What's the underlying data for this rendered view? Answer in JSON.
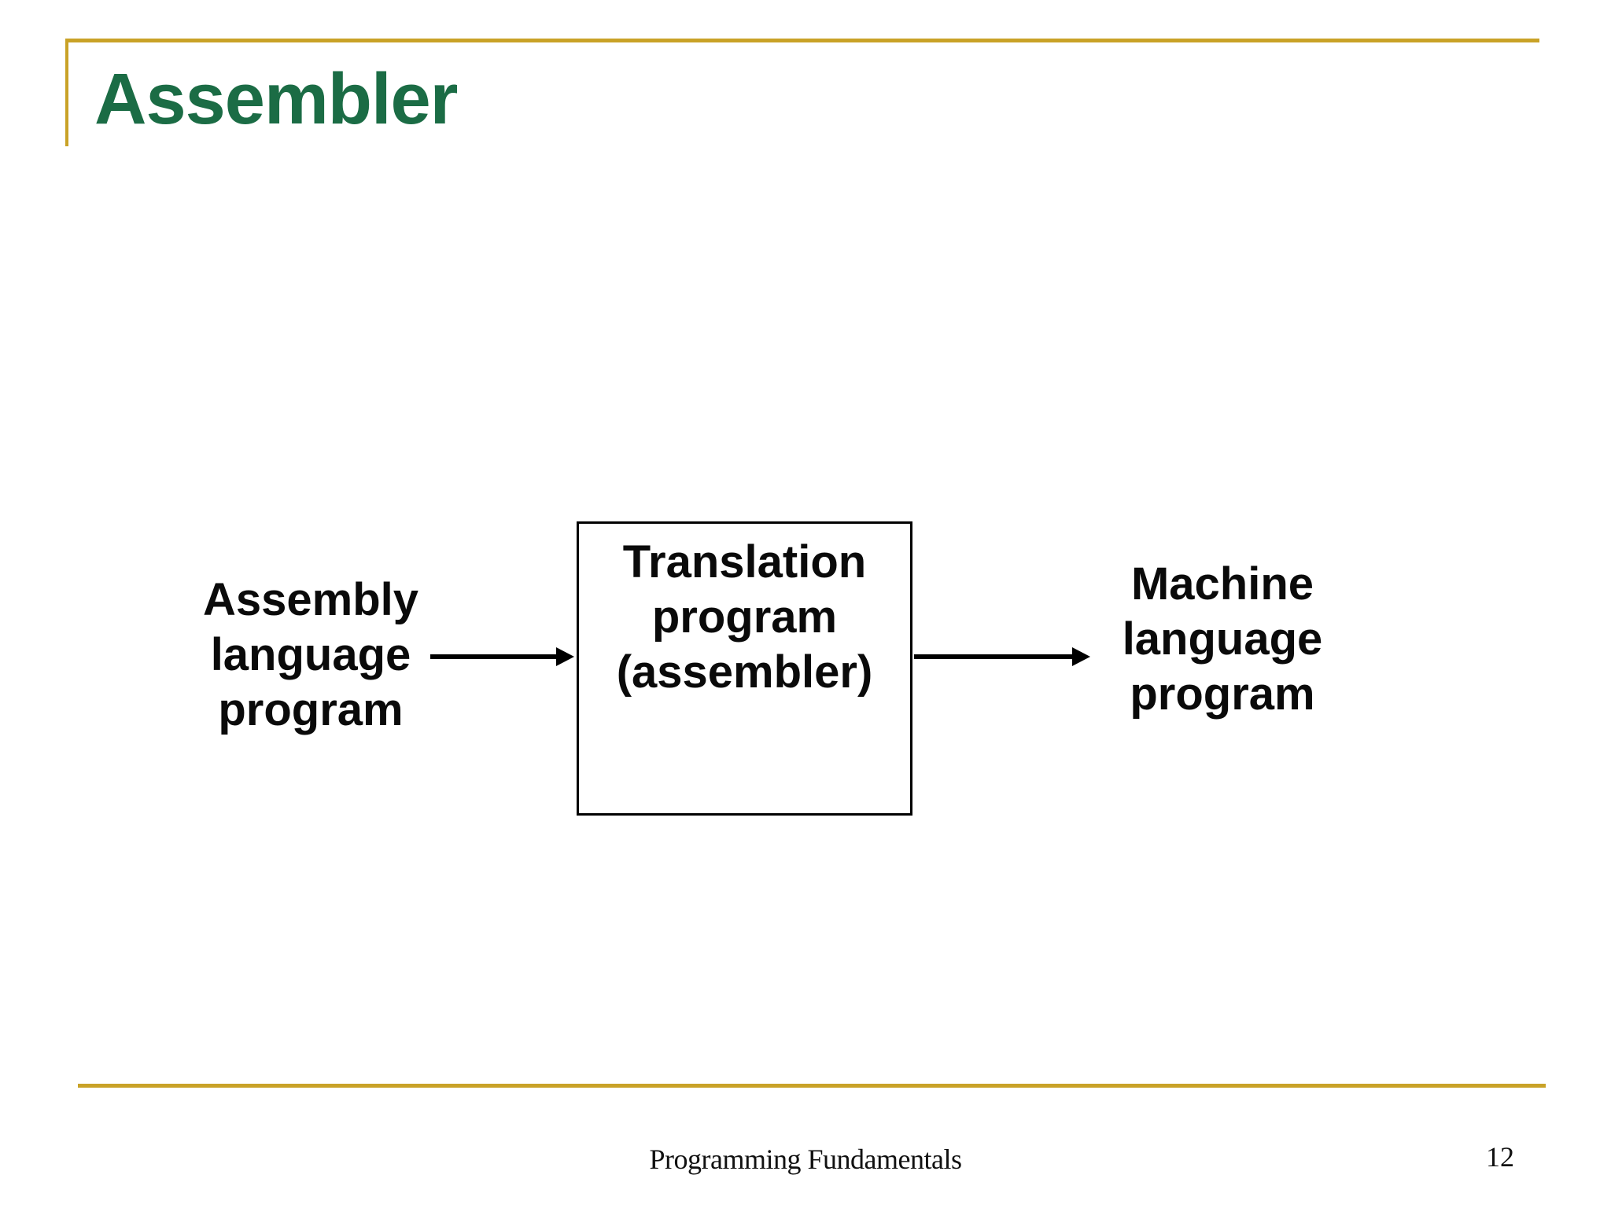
{
  "slide": {
    "title": "Assembler",
    "footer": "Programming Fundamentals",
    "page_number": "12"
  },
  "diagram": {
    "input": {
      "lines": [
        "Assembly",
        "language",
        "program"
      ]
    },
    "process": {
      "lines": [
        "Translation",
        "program",
        "(assembler)"
      ]
    },
    "output": {
      "lines": [
        "Machine",
        "language",
        "program"
      ]
    },
    "flow": "input -> process -> output"
  },
  "colors": {
    "title_green": "#1B6C45",
    "accent_gold": "#C9A227",
    "diagram_black": "#0a0a0a"
  }
}
